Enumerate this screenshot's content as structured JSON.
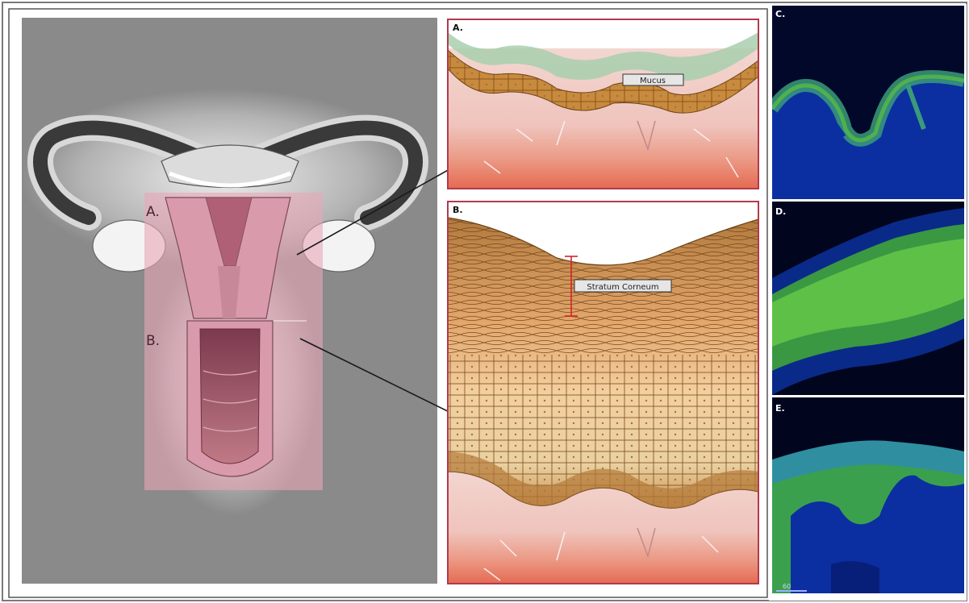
{
  "figure": {
    "panel_labels": {
      "a": "A.",
      "b": "B.",
      "c": "C.",
      "d": "D.",
      "e": "E."
    },
    "overview_labels": {
      "a": "A.",
      "b": "B."
    },
    "callouts": {
      "mucus": "Mucus",
      "stratum": "Stratum Corneum"
    },
    "scale_bar": "60",
    "colors": {
      "overview_bg": "#8a8a8a",
      "panel_border": "#b23a4e",
      "highlight": "#e8a6b8",
      "stroma": "#f1cfc9",
      "muscle": "#e87a63",
      "epithelium": "#c88a3c",
      "mucus": "#a8cfae",
      "fluor_green": "#5cc23c",
      "fluor_blue": "#0d2fa0"
    }
  }
}
